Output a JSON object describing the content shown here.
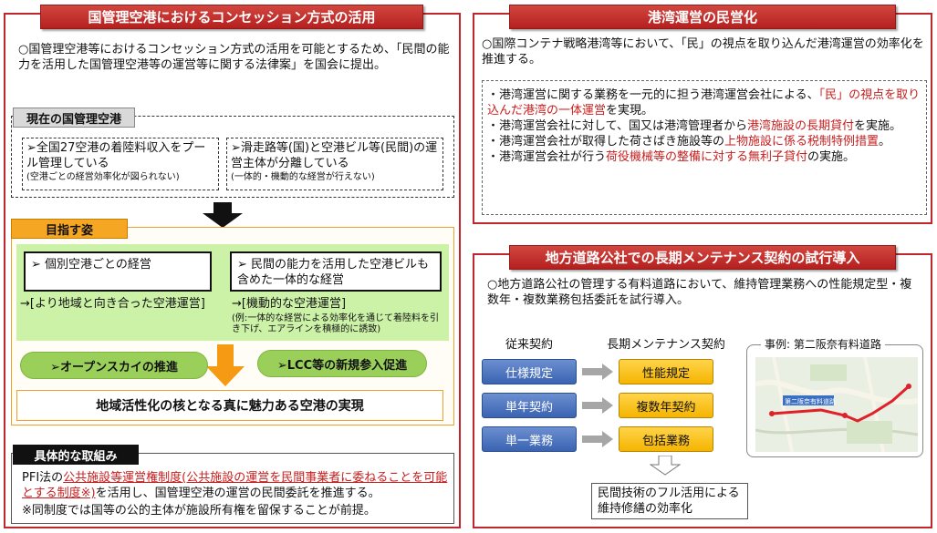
{
  "left": {
    "title": "国管理空港におけるコンセッション方式の活用",
    "intro": "○国管理空港等におけるコンセッション方式の活用を可能とするため、「民間の能力を活用した国管理空港等の運営等に関する法律案」を国会に提出。",
    "current": {
      "label": "現在の国管理空港",
      "box1_main": "➢全国27空港の着陸料収入をプール管理している",
      "box1_sub": "(空港ごとの経営効率化が図られない)",
      "box2_main": "➢滑走路等(国)と空港ビル等(民間)の運営主体が分離している",
      "box2_sub": "(一体的・機動的な経営が行えない)"
    },
    "goal": {
      "label": "目指す姿",
      "box1": "➢ 個別空港ごとの経営",
      "box1_note": "→[より地域と向き合った空港運営]",
      "box2": "➢ 民間の能力を活用した空港ビルも含めた一体的な経営",
      "box2_note": "→[機動的な空港運営]",
      "box2_sub": "(例:一体的な経営による効率化を通じて着陸料を引き下げ、エアラインを積極的に誘致)",
      "pill1": "➢オープンスカイの推進",
      "pill2": "➢LCC等の新規参入促進",
      "result": "地域活性化の核となる真に魅力ある空港の実現"
    },
    "concrete": {
      "label": "具体的な取組み",
      "text_pre": "PFI法の",
      "text_link": "公共施設等運営権制度(公共施設の運営を民間事業者に委ねることを可能とする制度※)",
      "text_post": "を活用し、国管理空港の運営の民間委託を推進する。",
      "note": "※同制度では国等の公的主体が施設所有権を留保することが前提。"
    }
  },
  "port": {
    "title": "港湾運営の民営化",
    "intro": "○国際コンテナ戦略港湾等において、「民」の視点を取り込んだ港湾運営の効率化を推進する。",
    "b1_pre": "・港湾運営に関する業務を一元的に担う港湾運営会社による、",
    "b1_red": "「民」の視点を取り込んだ港湾の一体運営",
    "b1_post": "を実現。",
    "b2_pre": "・港湾運営会社に対して、国又は港湾管理者から",
    "b2_red": "港湾施設の長期貸付",
    "b2_post": "を実施。",
    "b3_pre": "・港湾運営会社が取得した荷さばき施設等の",
    "b3_red": "上物施設に係る税制特例措置",
    "b3_post": "。",
    "b4_pre": "・港湾運営会社が行う",
    "b4_red": "荷役機械等の整備に対する無利子貸付",
    "b4_post": "の実施。"
  },
  "road": {
    "title": "地方道路公社での長期メンテナンス契約の試行導入",
    "intro": "○地方道路公社の管理する有料道路において、維持管理業務への性能規定型・複数年・複数業務包括委託を試行導入。",
    "col1_header": "従来契約",
    "col2_header": "長期メンテナンス契約",
    "old": [
      "仕様規定",
      "単年契約",
      "単一業務"
    ],
    "new": [
      "性能規定",
      "複数年契約",
      "包括業務"
    ],
    "map_label": "事例: 第二阪奈有料道路",
    "map_tag": "第二阪奈有料道路",
    "result": "民間技術のフル活用による維持修繕の効率化"
  }
}
